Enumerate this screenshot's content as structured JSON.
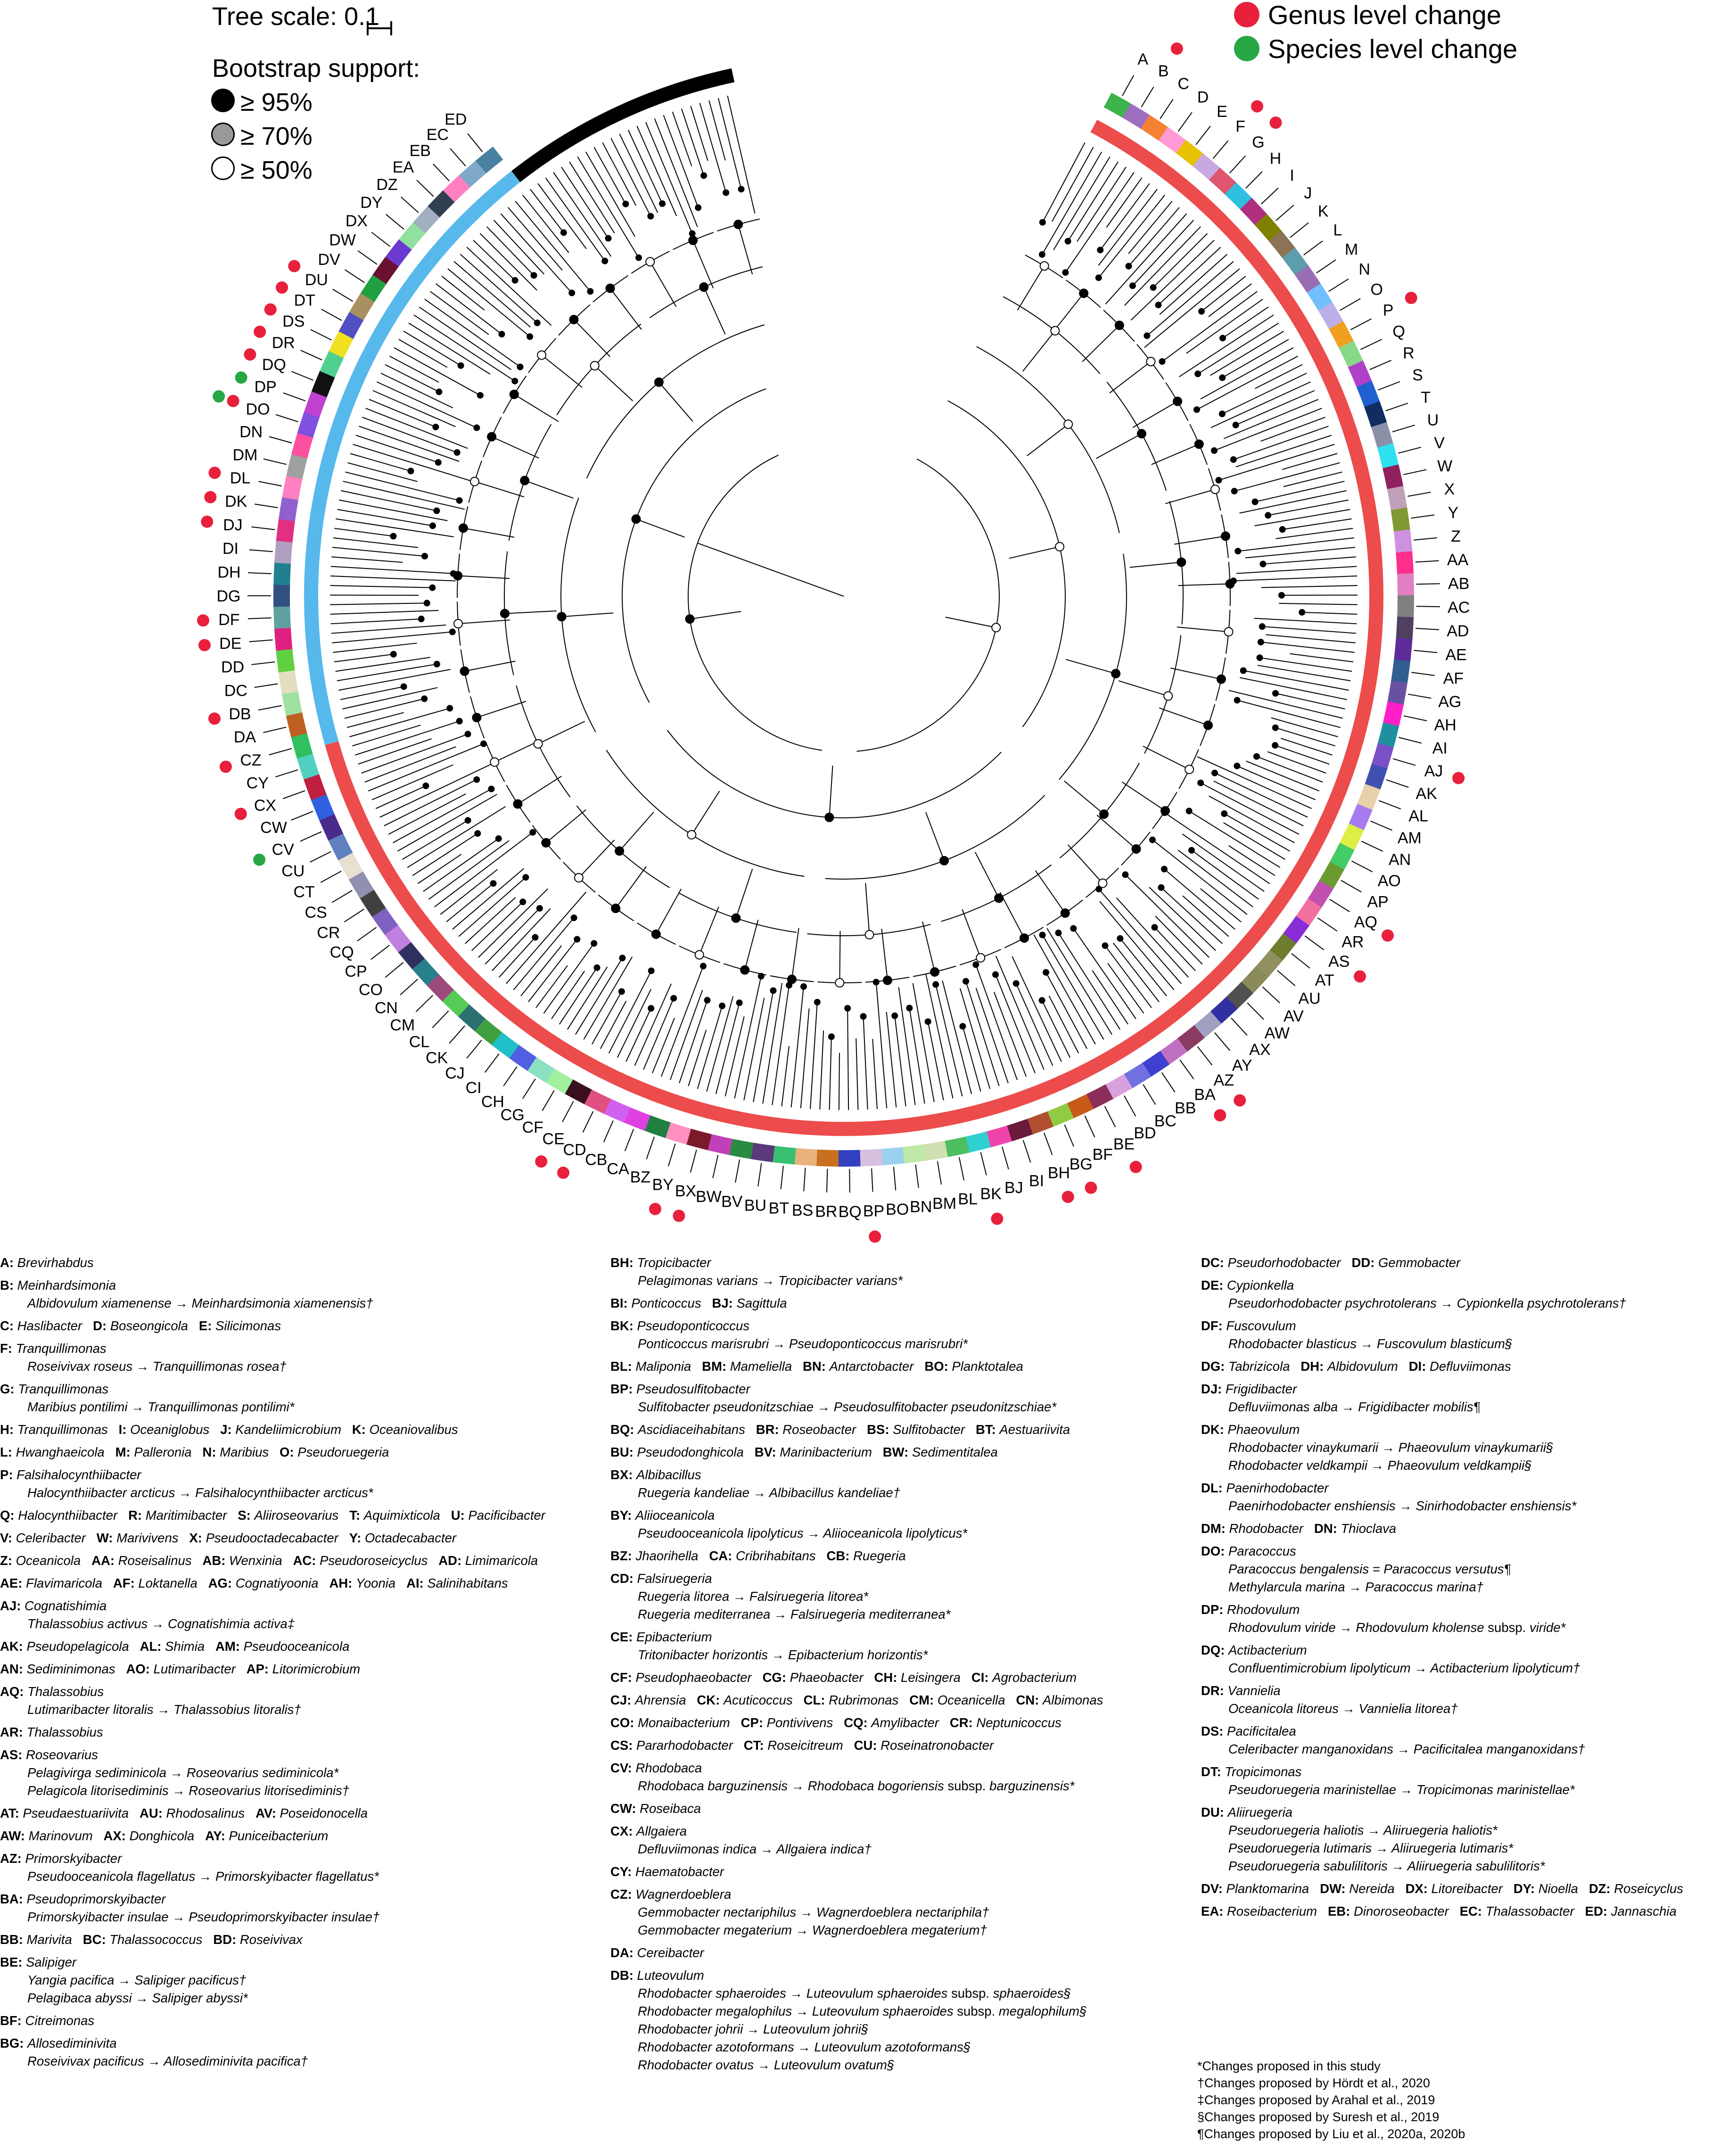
{
  "legend": {
    "tree_scale": "Tree scale: 0.1",
    "bootstrap_title": "Bootstrap support:",
    "bs95": "≥ 95%",
    "bs70": "≥ 70%",
    "bs50": "≥ 50%",
    "genus": "Genus level change",
    "species": "Species level change"
  },
  "colors": {
    "blue_band": "#57B8EC",
    "red_band": "#EC4C4C",
    "genus_dot": "#E8203C",
    "species_dot": "#27A844"
  },
  "clades": [
    [
      "A",
      "#3CB44B"
    ],
    [
      "B",
      "#9E6EC0"
    ],
    [
      "C",
      "#F58231"
    ],
    [
      "D",
      "#FF9AD4"
    ],
    [
      "E",
      "#E6C200"
    ],
    [
      "F",
      "#C8A8E0"
    ],
    [
      "G",
      "#E05570"
    ],
    [
      "H",
      "#2FC0E0"
    ],
    [
      "I",
      "#B03080"
    ],
    [
      "J",
      "#808000"
    ],
    [
      "K",
      "#8B7355"
    ],
    [
      "L",
      "#5C9EAD"
    ],
    [
      "M",
      "#9A6EB4"
    ],
    [
      "N",
      "#70C0FF"
    ],
    [
      "O",
      "#BDB0E8"
    ],
    [
      "P",
      "#F0A020"
    ],
    [
      "Q",
      "#88D888"
    ],
    [
      "R",
      "#B040C8"
    ],
    [
      "S",
      "#1F5FCF"
    ],
    [
      "T",
      "#102C60"
    ],
    [
      "U",
      "#8A90A8"
    ],
    [
      "V",
      "#2EE0F0"
    ],
    [
      "W",
      "#902060"
    ],
    [
      "X",
      "#C0A0B8"
    ],
    [
      "Y",
      "#7F9A30"
    ],
    [
      "Z",
      "#D090E0"
    ],
    [
      "AA",
      "#FF2E8A"
    ],
    [
      "AB",
      "#E080C0"
    ],
    [
      "AC",
      "#808080"
    ],
    [
      "AD",
      "#504060"
    ],
    [
      "AE",
      "#5E2B9A"
    ],
    [
      "AF",
      "#2F5E8F"
    ],
    [
      "AG",
      "#6A50A0"
    ],
    [
      "AH",
      "#FF1FC8"
    ],
    [
      "AI",
      "#2090A0"
    ],
    [
      "AJ",
      "#7B4FC8"
    ],
    [
      "AK",
      "#4050B0"
    ],
    [
      "AL",
      "#E8D0A8"
    ],
    [
      "AM",
      "#A87CF0"
    ],
    [
      "AN",
      "#DDEE44"
    ],
    [
      "AO",
      "#44CC66"
    ],
    [
      "AP",
      "#6A9A30"
    ],
    [
      "AQ",
      "#C050B0"
    ],
    [
      "AR",
      "#F070A0"
    ],
    [
      "AS",
      "#8A2BD8"
    ],
    [
      "AT",
      "#6E7C2E"
    ],
    [
      "AU",
      "#909060"
    ],
    [
      "AV",
      "#8A8A5A"
    ],
    [
      "AW",
      "#505050"
    ],
    [
      "AX",
      "#3030A0"
    ],
    [
      "AY",
      "#A0A0C0"
    ],
    [
      "AZ",
      "#8B3A62"
    ],
    [
      "BA",
      "#C070C0"
    ],
    [
      "BB",
      "#4040D0"
    ],
    [
      "BC",
      "#7070E0"
    ],
    [
      "BD",
      "#D8A0DC"
    ],
    [
      "BE",
      "#8B2F5A"
    ],
    [
      "BF",
      "#C85A1A"
    ],
    [
      "BG",
      "#8FCC44"
    ],
    [
      "BH",
      "#B05030"
    ],
    [
      "BI",
      "#6A1A3A"
    ],
    [
      "BJ",
      "#EE44AA"
    ],
    [
      "BK",
      "#30D0D0"
    ],
    [
      "BL",
      "#4CC060"
    ],
    [
      "BM",
      "#D0E0B0"
    ],
    [
      "BN",
      "#C0E8A8"
    ],
    [
      "BO",
      "#9AD0F0"
    ],
    [
      "BP",
      "#D8C0E0"
    ],
    [
      "BQ",
      "#3040C0"
    ],
    [
      "BR",
      "#C87020"
    ],
    [
      "BS",
      "#E8B27A"
    ],
    [
      "BT",
      "#38C070"
    ],
    [
      "BU",
      "#5A3A7A"
    ],
    [
      "BV",
      "#2A8A40"
    ],
    [
      "BW",
      "#C040B8"
    ],
    [
      "BX",
      "#7A1A2A"
    ],
    [
      "BY",
      "#FF90C0"
    ],
    [
      "BZ",
      "#208040"
    ],
    [
      "CA",
      "#E040E0"
    ],
    [
      "CB",
      "#D060F0"
    ],
    [
      "CD",
      "#E05080"
    ],
    [
      "CE",
      "#3A1020"
    ],
    [
      "CF",
      "#A0F0A0"
    ],
    [
      "CG",
      "#8AE0C0"
    ],
    [
      "CH",
      "#5060E0"
    ],
    [
      "CI",
      "#20C0C8"
    ],
    [
      "CJ",
      "#40A040"
    ],
    [
      "CK",
      "#2A7070"
    ],
    [
      "CL",
      "#55CC55"
    ],
    [
      "CM",
      "#9C4A7C"
    ],
    [
      "CN",
      "#28808A"
    ],
    [
      "CO",
      "#303060"
    ],
    [
      "CP",
      "#C080E0"
    ],
    [
      "CQ",
      "#8060C0"
    ],
    [
      "CR",
      "#404040"
    ],
    [
      "CS",
      "#9090B0"
    ],
    [
      "CT",
      "#E8E0D0"
    ],
    [
      "CU",
      "#6080C0"
    ],
    [
      "CV",
      "#4A2A8A"
    ],
    [
      "CW",
      "#3060E0"
    ],
    [
      "CX",
      "#C02040"
    ],
    [
      "CY",
      "#50D0C0"
    ],
    [
      "CZ",
      "#30C060"
    ],
    [
      "DA",
      "#C06020"
    ],
    [
      "DB",
      "#A0E0A0"
    ],
    [
      "DC",
      "#E0E0C0"
    ],
    [
      "DD",
      "#60D040"
    ],
    [
      "DE",
      "#E02080"
    ],
    [
      "DF",
      "#60A0A0"
    ],
    [
      "DG",
      "#305080"
    ],
    [
      "DH",
      "#208090"
    ],
    [
      "DI",
      "#B0A0C0"
    ],
    [
      "DJ",
      "#E03080"
    ],
    [
      "DK",
      "#9060D0"
    ],
    [
      "DL",
      "#FF80C0"
    ],
    [
      "DM",
      "#A0A0A0"
    ],
    [
      "DN",
      "#FF50A0"
    ],
    [
      "DO",
      "#8050E0"
    ],
    [
      "DP",
      "#C040D0"
    ],
    [
      "DQ",
      "#111111"
    ],
    [
      "DR",
      "#50D090"
    ],
    [
      "DS",
      "#F0E020"
    ],
    [
      "DT",
      "#5050C0"
    ],
    [
      "DU",
      "#A89060"
    ],
    [
      "DV",
      "#20A040"
    ],
    [
      "DW",
      "#6A1030"
    ],
    [
      "DX",
      "#6A3AD0"
    ],
    [
      "DY",
      "#90E0A0"
    ],
    [
      "DZ",
      "#A0B0C0"
    ],
    [
      "EA",
      "#304050"
    ],
    [
      "EB",
      "#FF80C0"
    ],
    [
      "EC",
      "#80A8C8"
    ],
    [
      "ED",
      "#4A80A0"
    ]
  ],
  "col1": [
    {
      "h": "A:",
      "g": "Brevirhabdus"
    },
    {
      "h": "B:",
      "g": "Meinhardsimonia",
      "d": [
        "Albidovulum xiamenense → Meinhardsimonia xiamenensis†"
      ]
    },
    {
      "line": [
        [
          "C:",
          "Haslibacter"
        ],
        [
          "D:",
          "Boseongicola"
        ],
        [
          "E:",
          "Silicimonas"
        ]
      ]
    },
    {
      "h": "F:",
      "g": "Tranquillimonas",
      "d": [
        "Roseivivax roseus → Tranquillimonas rosea†"
      ]
    },
    {
      "h": "G:",
      "g": "Tranquillimonas",
      "d": [
        "Maribius pontilimi → Tranquillimonas pontilimi*"
      ]
    },
    {
      "line": [
        [
          "H:",
          "Tranquillimonas"
        ],
        [
          "I:",
          "Oceaniglobus"
        ],
        [
          "J:",
          "Kandeliimicrobium"
        ],
        [
          "K:",
          "Oceaniovalibus"
        ]
      ]
    },
    {
      "line": [
        [
          "L:",
          "Hwanghaeicola"
        ],
        [
          "M:",
          "Palleronia"
        ],
        [
          "N:",
          "Maribius"
        ],
        [
          "O:",
          "Pseudoruegeria"
        ]
      ]
    },
    {
      "h": "P:",
      "g": "Falsihalocynthiibacter",
      "d": [
        "Halocynthiibacter arcticus → Falsihalocynthiibacter arcticus*"
      ]
    },
    {
      "line": [
        [
          "Q:",
          "Halocynthiibacter"
        ],
        [
          "R:",
          "Maritimibacter"
        ],
        [
          "S:",
          "Aliiroseovarius"
        ],
        [
          "T:",
          "Aquimixticola"
        ],
        [
          "U:",
          "Pacificibacter"
        ]
      ]
    },
    {
      "line": [
        [
          "V:",
          "Celeribacter"
        ],
        [
          "W:",
          "Marivivens"
        ],
        [
          "X:",
          "Pseudooctadecabacter"
        ],
        [
          "Y:",
          "Octadecabacter"
        ]
      ]
    },
    {
      "line": [
        [
          "Z:",
          "Oceanicola"
        ],
        [
          "AA:",
          "Roseisalinus"
        ],
        [
          "AB:",
          "Wenxinia"
        ],
        [
          "AC:",
          "Pseudoroseicyclus"
        ],
        [
          "AD:",
          "Limimaricola"
        ]
      ]
    },
    {
      "line": [
        [
          "AE:",
          "Flavimaricola"
        ],
        [
          "AF:",
          "Loktanella"
        ],
        [
          "AG:",
          "Cognatiyoonia"
        ],
        [
          "AH:",
          "Yoonia"
        ],
        [
          "AI:",
          "Salinihabitans"
        ]
      ]
    },
    {
      "h": "AJ:",
      "g": "Cognatishimia",
      "d": [
        "Thalassobius activus → Cognatishimia activa‡"
      ]
    },
    {
      "line": [
        [
          "AK:",
          "Pseudopelagicola"
        ],
        [
          "AL:",
          "Shimia"
        ],
        [
          "AM:",
          "Pseudooceanicola"
        ]
      ]
    },
    {
      "line": [
        [
          "AN:",
          "Sediminimonas"
        ],
        [
          "AO:",
          "Lutimaribacter"
        ],
        [
          "AP:",
          "Litorimicrobium"
        ]
      ]
    },
    {
      "h": "AQ:",
      "g": "Thalassobius",
      "d": [
        "Lutimaribacter litoralis → Thalassobius litoralis†"
      ]
    },
    {
      "h": "AR:",
      "g": "Thalassobius"
    },
    {
      "h": "AS:",
      "g": "Roseovarius",
      "d": [
        "Pelagivirga sediminicola → Roseovarius sediminicola*",
        "Pelagicola litorisediminis → Roseovarius litorisediminis†"
      ]
    },
    {
      "line": [
        [
          "AT:",
          "Pseudaestuariivita"
        ],
        [
          "AU:",
          "Rhodosalinus"
        ],
        [
          "AV:",
          "Poseidonocella"
        ]
      ]
    },
    {
      "line": [
        [
          "AW:",
          "Marinovum"
        ],
        [
          "AX:",
          "Donghicola"
        ],
        [
          "AY:",
          "Puniceibacterium"
        ]
      ]
    },
    {
      "h": "AZ:",
      "g": "Primorskyibacter",
      "d": [
        "Pseudooceanicola flagellatus → Primorskyibacter flagellatus*"
      ]
    },
    {
      "h": "BA:",
      "g": "Pseudoprimorskyibacter",
      "d": [
        "Primorskyibacter insulae → Pseudoprimorskyibacter insulae†"
      ]
    },
    {
      "line": [
        [
          "BB:",
          "Marivita"
        ],
        [
          "BC:",
          "Thalassococcus"
        ],
        [
          "BD:",
          "Roseivivax"
        ]
      ]
    },
    {
      "h": "BE:",
      "g": "Salipiger",
      "d": [
        "Yangia pacifica → Salipiger pacificus†",
        "Pelagibaca abyssi → Salipiger abyssi*"
      ]
    },
    {
      "h": "BF:",
      "g": "Citreimonas"
    },
    {
      "h": "BG:",
      "g": "Allosediminivita",
      "d": [
        "Roseivivax pacificus → Allosediminivita pacifica†"
      ]
    }
  ],
  "col2": [
    {
      "h": "BH:",
      "g": "Tropicibacter",
      "d": [
        "Pelagimonas varians → Tropicibacter varians*"
      ]
    },
    {
      "line": [
        [
          "BI:",
          "Ponticoccus"
        ],
        [
          "BJ:",
          "Sagittula"
        ]
      ]
    },
    {
      "h": "BK:",
      "g": "Pseudoponticoccus",
      "d": [
        "Ponticoccus marisrubri → Pseudoponticoccus marisrubri*"
      ]
    },
    {
      "line": [
        [
          "BL:",
          "Maliponia"
        ],
        [
          "BM:",
          "Mameliella"
        ],
        [
          "BN:",
          "Antarctobacter"
        ],
        [
          "BO:",
          "Planktotalea"
        ]
      ]
    },
    {
      "h": "BP:",
      "g": "Pseudosulfitobacter",
      "d": [
        "Sulfitobacter pseudonitzschiae → Pseudosulfitobacter pseudonitzschiae*"
      ]
    },
    {
      "line": [
        [
          "BQ:",
          "Ascidiaceihabitans"
        ],
        [
          "BR:",
          "Roseobacter"
        ],
        [
          "BS:",
          "Sulfitobacter"
        ],
        [
          "BT:",
          "Aestuariivita"
        ]
      ]
    },
    {
      "line": [
        [
          "BU:",
          "Pseudodonghicola"
        ],
        [
          "BV:",
          "Marinibacterium"
        ],
        [
          "BW:",
          "Sedimentitalea"
        ]
      ]
    },
    {
      "h": "BX:",
      "g": "Albibacillus",
      "d": [
        "Ruegeria kandeliae → Albibacillus kandeliae†"
      ]
    },
    {
      "h": "BY:",
      "g": "Aliioceanicola",
      "d": [
        "Pseudooceanicola lipolyticus → Aliioceanicola lipolyticus*"
      ]
    },
    {
      "line": [
        [
          "BZ:",
          "Jhaorihella"
        ],
        [
          "CA:",
          "Cribrihabitans"
        ],
        [
          "CB:",
          "Ruegeria"
        ]
      ]
    },
    {
      "h": "CD:",
      "g": "Falsiruegeria",
      "d": [
        "Ruegeria litorea → Falsiruegeria litorea*",
        "Ruegeria mediterranea → Falsiruegeria mediterranea*"
      ]
    },
    {
      "h": "CE:",
      "g": "Epibacterium",
      "d": [
        "Tritonibacter horizontis → Epibacterium horizontis*"
      ]
    },
    {
      "line": [
        [
          "CF:",
          "Pseudophaeobacter"
        ],
        [
          "CG:",
          "Phaeobacter"
        ],
        [
          "CH:",
          "Leisingera"
        ],
        [
          "CI:",
          "Agrobacterium"
        ]
      ]
    },
    {
      "line": [
        [
          "CJ:",
          "Ahrensia"
        ],
        [
          "CK:",
          "Acuticoccus"
        ],
        [
          "CL:",
          "Rubrimonas"
        ],
        [
          "CM:",
          "Oceanicella"
        ],
        [
          "CN:",
          "Albimonas"
        ]
      ]
    },
    {
      "line": [
        [
          "CO:",
          "Monaibacterium"
        ],
        [
          "CP:",
          "Pontivivens"
        ],
        [
          "CQ:",
          "Amylibacter"
        ],
        [
          "CR:",
          "Neptunicoccus"
        ]
      ]
    },
    {
      "line": [
        [
          "CS:",
          "Pararhodobacter"
        ],
        [
          "CT:",
          "Roseicitreum"
        ],
        [
          "CU:",
          "Roseinatronobacter"
        ]
      ]
    },
    {
      "h": "CV:",
      "g": "Rhodobaca",
      "d": [
        "Rhodobaca barguzinensis → Rhodobaca bogoriensis [subsp.] barguzinensis*"
      ]
    },
    {
      "h": "CW:",
      "g": "Roseibaca"
    },
    {
      "h": "CX:",
      "g": "Allgaiera",
      "d": [
        "Defluviimonas indica → Allgaiera indica†"
      ]
    },
    {
      "h": "CY:",
      "g": "Haematobacter"
    },
    {
      "h": "CZ:",
      "g": "Wagnerdoeblera",
      "d": [
        "Gemmobacter nectariphilus → Wagnerdoeblera nectariphila†",
        "Gemmobacter megaterium → Wagnerdoeblera megaterium†"
      ]
    },
    {
      "h": "DA:",
      "g": "Cereibacter"
    },
    {
      "h": "DB:",
      "g": "Luteovulum",
      "d": [
        "Rhodobacter sphaeroides → Luteovulum sphaeroides [subsp.] sphaeroides§",
        "Rhodobacter megalophilus → Luteovulum sphaeroides [subsp.] megalophilum§",
        "Rhodobacter johrii → Luteovulum johrii§",
        "Rhodobacter azotoformans → Luteovulum azotoformans§",
        "Rhodobacter ovatus → Luteovulum ovatum§"
      ]
    }
  ],
  "col3": [
    {
      "line": [
        [
          "DC:",
          "Pseudorhodobacter"
        ],
        [
          "DD:",
          "Gemmobacter"
        ]
      ]
    },
    {
      "h": "DE:",
      "g": "Cypionkella",
      "d": [
        "Pseudorhodobacter psychrotolerans → Cypionkella psychrotolerans†"
      ]
    },
    {
      "h": "DF:",
      "g": "Fuscovulum",
      "d": [
        "Rhodobacter blasticus → Fuscovulum blasticum§"
      ]
    },
    {
      "line": [
        [
          "DG:",
          "Tabrizicola"
        ],
        [
          "DH:",
          "Albidovulum"
        ],
        [
          "DI:",
          "Defluviimonas"
        ]
      ]
    },
    {
      "h": "DJ:",
      "g": "Frigidibacter",
      "d": [
        "Defluviimonas alba → Frigidibacter mobilis¶"
      ]
    },
    {
      "h": "DK:",
      "g": "Phaeovulum",
      "d": [
        "Rhodobacter vinaykumarii → Phaeovulum vinaykumarii§",
        "Rhodobacter veldkampii → Phaeovulum veldkampii§"
      ]
    },
    {
      "h": "DL:",
      "g": "Paenirhodobacter",
      "d": [
        "Paenirhodobacter enshiensis → Sinirhodobacter enshiensis*"
      ]
    },
    {
      "line": [
        [
          "DM:",
          "Rhodobacter"
        ],
        [
          "DN:",
          "Thioclava"
        ]
      ]
    },
    {
      "h": "DO:",
      "g": "Paracoccus",
      "d": [
        "Paracoccus bengalensis = Paracoccus versutus¶",
        "Methylarcula marina → Paracoccus marina†"
      ]
    },
    {
      "h": "DP:",
      "g": "Rhodovulum",
      "d": [
        "Rhodovulum viride → Rhodovulum kholense [subsp.] viride*"
      ]
    },
    {
      "h": "DQ:",
      "g": "Actibacterium",
      "d": [
        "Confluentimicrobium lipolyticum → Actibacterium lipolyticum†"
      ]
    },
    {
      "h": "DR:",
      "g": "Vannielia",
      "d": [
        "Oceanicola litoreus → Vannielia litorea†"
      ]
    },
    {
      "h": "DS:",
      "g": "Pacificitalea",
      "d": [
        "Celeribacter manganoxidans → Pacificitalea manganoxidans†"
      ]
    },
    {
      "h": "DT:",
      "g": "Tropicimonas",
      "d": [
        "Pseudoruegeria marinistellae → Tropicimonas marinistellae*"
      ]
    },
    {
      "h": "DU:",
      "g": "Aliiruegeria",
      "d": [
        "Pseudoruegeria haliotis → Aliiruegeria haliotis*",
        "Pseudoruegeria lutimaris → Aliiruegeria lutimaris*",
        "Pseudoruegeria sabulilitoris → Aliiruegeria sabulilitoris*"
      ]
    },
    {
      "line": [
        [
          "DV:",
          "Planktomarina"
        ],
        [
          "DW:",
          "Nereida"
        ],
        [
          "DX:",
          "Litoreibacter"
        ],
        [
          "DY:",
          "Nioella"
        ],
        [
          "DZ:",
          "Roseicyclus"
        ]
      ]
    },
    {
      "line": [
        [
          "EA:",
          "Roseibacterium"
        ],
        [
          "EB:",
          "Dinoroseobacter"
        ],
        [
          "EC:",
          "Thalassobacter"
        ],
        [
          "ED:",
          "Jannaschia"
        ]
      ]
    }
  ],
  "notes": [
    "*Changes proposed in this study",
    "†Changes proposed by Hördt et al., 2020",
    "‡Changes proposed by Arahal et al., 2019",
    "§Changes proposed by Suresh et al., 2019",
    "¶Changes proposed by Liu et al., 2020a, 2020b"
  ]
}
